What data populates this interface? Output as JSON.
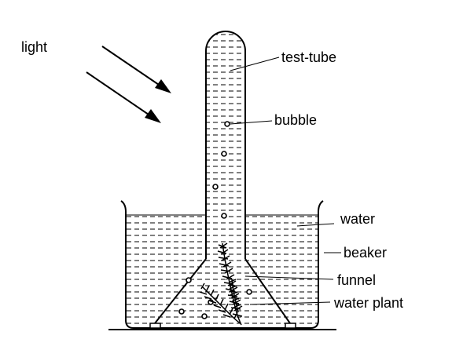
{
  "labels": {
    "light": "light",
    "test_tube": "test-tube",
    "bubble": "bubble",
    "water": "water",
    "beaker": "beaker",
    "funnel": "funnel",
    "water_plant": "water plant"
  },
  "colors": {
    "ink": "#000000",
    "paper": "#ffffff"
  }
}
